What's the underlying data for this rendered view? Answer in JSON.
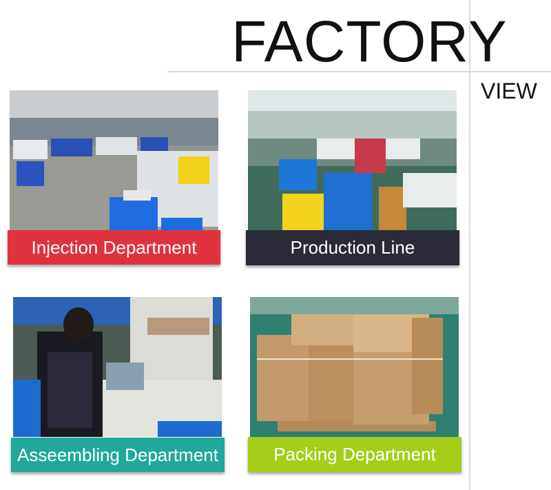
{
  "header": {
    "title": "FACTORY",
    "subtitle": "VIEW"
  },
  "panels": [
    {
      "label": "Injection Department",
      "color": "#e0313f"
    },
    {
      "label": "Production Line",
      "color": "#2b2a38"
    },
    {
      "label": "Asseembling Department",
      "color": "#21a89a"
    },
    {
      "label": "Packing Department",
      "color": "#a6cd1a"
    }
  ]
}
